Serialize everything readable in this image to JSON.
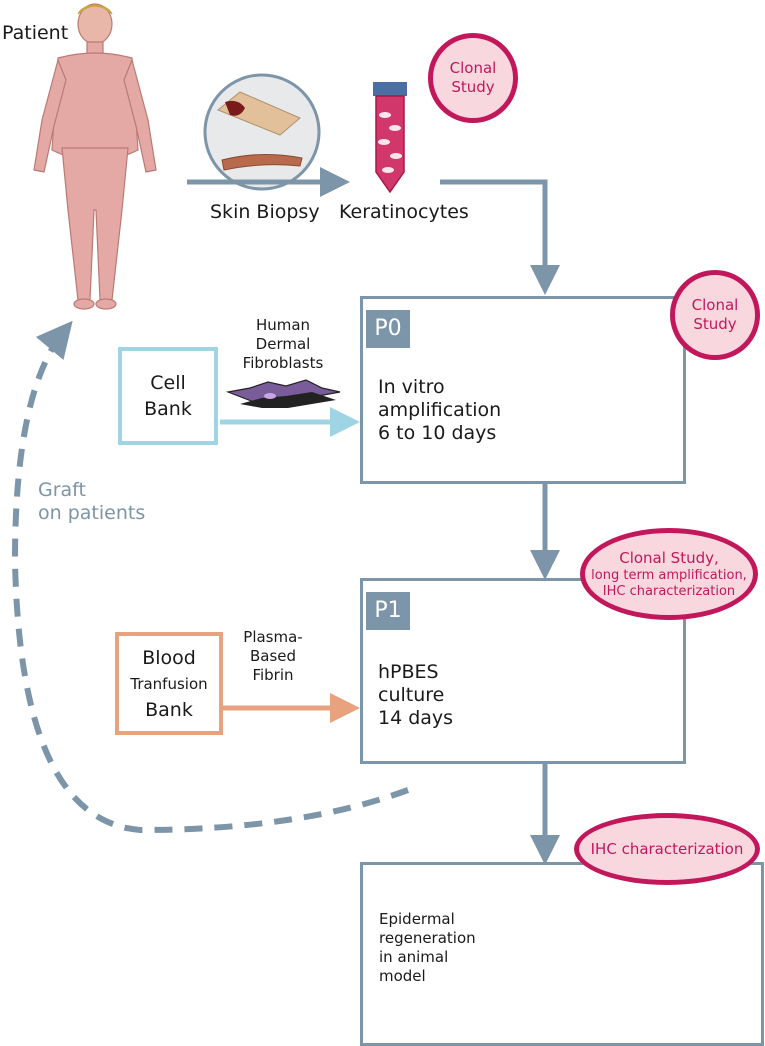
{
  "patient": {
    "label": "Patient"
  },
  "steps": {
    "biopsy": "Skin Biopsy",
    "keratinocytes": "Keratinocytes"
  },
  "fibroblasts": {
    "l1": "Human",
    "l2": "Dermal",
    "l3": "Fibroblasts"
  },
  "cell_bank": {
    "l1": "Cell",
    "l2": "Bank"
  },
  "blood_bank": {
    "l1": "Blood",
    "l2": "Tranfusion",
    "l3": "Bank"
  },
  "fibrin": {
    "l1": "Plasma-",
    "l2": "Based",
    "l3": "Fibrin"
  },
  "p0": {
    "tag": "P0",
    "l1": "In vitro",
    "l2": "amplification",
    "l3": "6 to 10 days"
  },
  "p1": {
    "tag": "P1",
    "l1": "hPBES",
    "l2": "culture",
    "l3": "14 days"
  },
  "animal": {
    "l1": "Epidermal",
    "l2": "regeneration",
    "l3": "in animal",
    "l4": "model"
  },
  "graft": {
    "l1": "Graft",
    "l2": "on patients"
  },
  "ovals": {
    "clonal1": {
      "l1": "Clonal",
      "l2": "Study"
    },
    "clonal2": {
      "l1": "Clonal",
      "l2": "Study"
    },
    "clonal3": {
      "l1": "Clonal Study,",
      "l2": "long term amplification,",
      "l3": "IHC characterization"
    },
    "ihc": "IHC characterization"
  },
  "colors": {
    "flow": "#7d95a8",
    "accent": "#c2185b",
    "oval_fill": "#f9d7df",
    "cell_bank": "#9fd4e4",
    "blood_bank": "#e8a27e",
    "dish": "#d2376b",
    "skin": "#e4a9a4"
  },
  "icons": [
    "patient-figure-icon",
    "skin-biopsy-icon",
    "tube-icon",
    "lightning-icon",
    "fibroblast-icon",
    "culture-dish-icon",
    "wound-photo-icon"
  ]
}
